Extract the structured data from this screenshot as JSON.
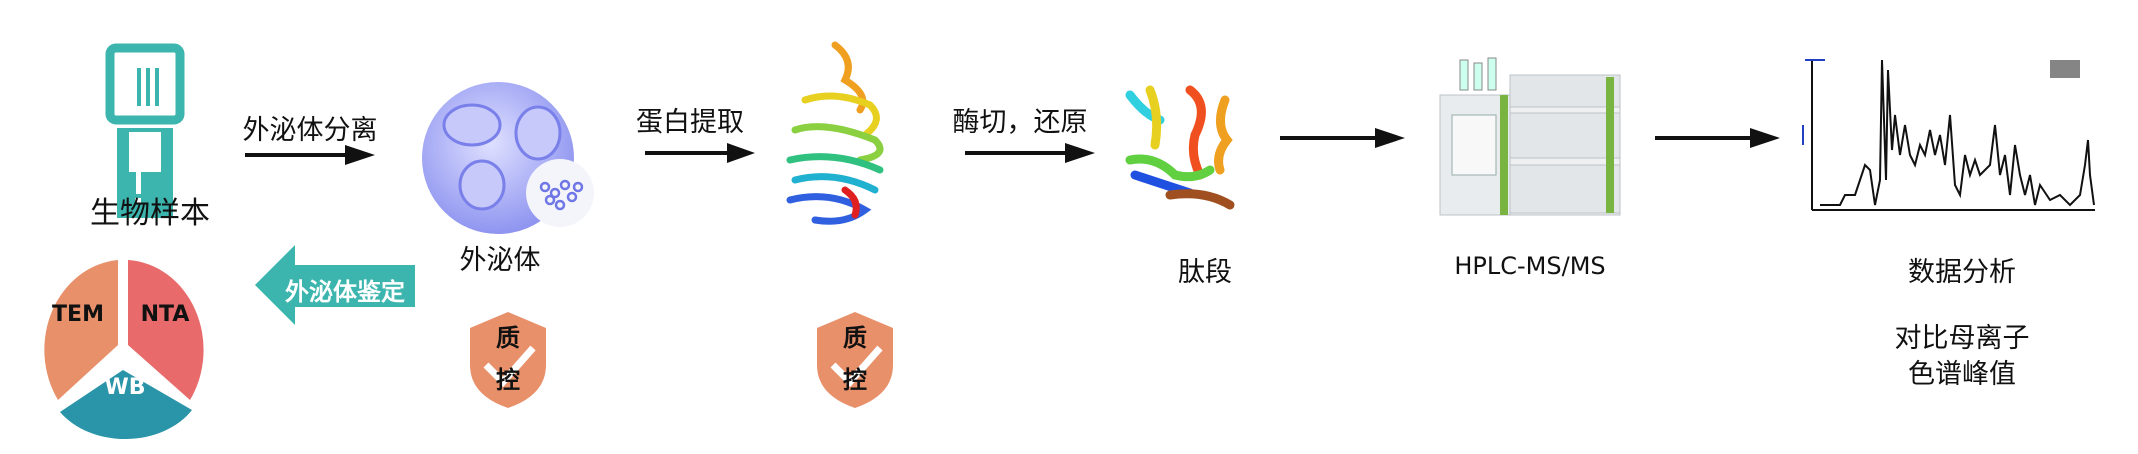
{
  "steps": {
    "sample": "生物样本",
    "exosome": "外泌体",
    "peptide": "肽段",
    "instrument": "HPLC-MS/MS",
    "analysis": "数据分析",
    "analysis_note_1": "对比母离子",
    "analysis_note_2": "色谱峰值"
  },
  "arrows": {
    "isolation": "外泌体分离",
    "protein_extraction": "蛋白提取",
    "digestion": "酶切，还原",
    "identification": "外泌体鉴定"
  },
  "identification_methods": [
    "TEM",
    "NTA",
    "WB"
  ],
  "quality_control": {
    "line1": "质",
    "line2": "控"
  },
  "colors": {
    "teal": "#3bb5ad",
    "salmon": "#e8906a",
    "red": "#e86a6a",
    "blue_teal": "#2a94a8",
    "exosome": "#9fa4f4"
  }
}
